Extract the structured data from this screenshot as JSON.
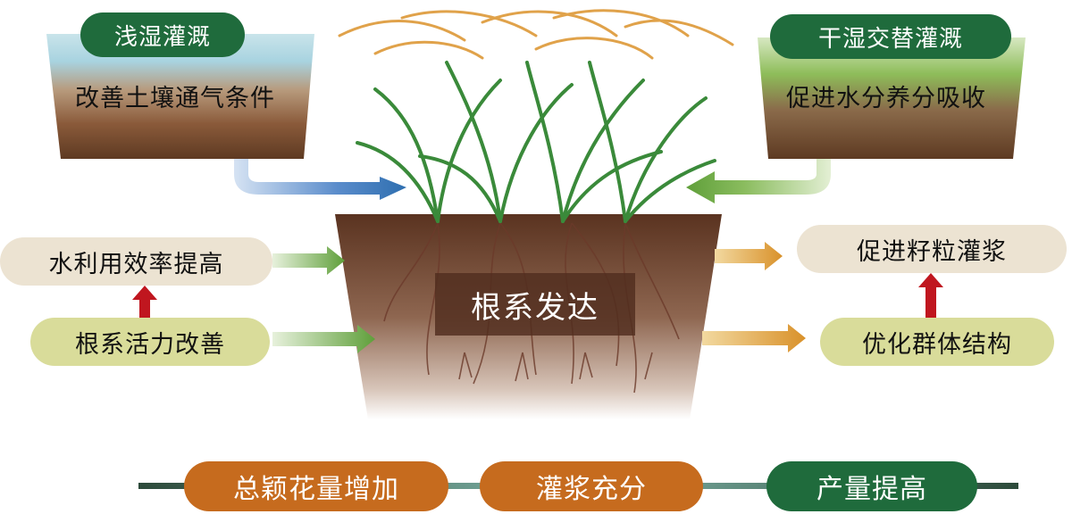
{
  "top_left": {
    "method": "浅湿灌溉",
    "effect": "改善土壤通气条件"
  },
  "top_right": {
    "method": "干湿交替灌溉",
    "effect": "促进水分养分吸收"
  },
  "left": {
    "upper": "水利用效率提高",
    "lower": "根系活力改善"
  },
  "right": {
    "upper": "促进籽粒灌浆",
    "lower": "优化群体结构"
  },
  "center": {
    "label": "根系发达"
  },
  "bottom": {
    "step1": "总颖花量增加",
    "step2": "灌浆充分",
    "step3": "产量提高"
  },
  "colors": {
    "dark_green": "#1f6b3c",
    "blue_arrow": "#2f6fb0",
    "green_arrow": "#5f9f3a",
    "orange_arrow": "#d9912a",
    "red_arrow": "#c0161f",
    "orange_pill": "#c66b1e"
  }
}
